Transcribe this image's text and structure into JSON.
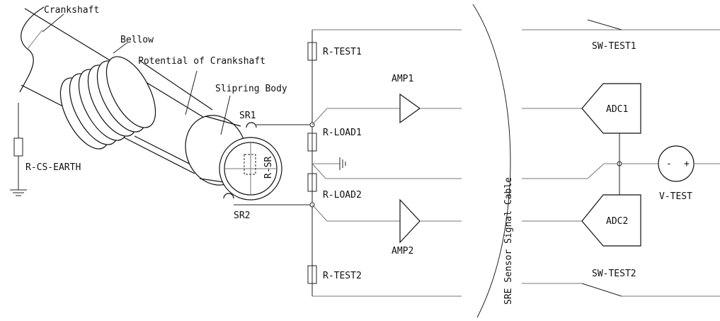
{
  "labels": {
    "crankshaft": "Crankshaft",
    "bellow": "Bellow",
    "potential": "Potential of Crankshaft",
    "slipring_body": "Slipring Body",
    "r_sr": "R-SR",
    "r_cs_earth": "R-CS-EARTH",
    "sr1": "SR1",
    "sr2": "SR2",
    "r_test1": "R-TEST1",
    "r_load1": "R-LOAD1",
    "r_load2": "R-LOAD2",
    "r_test2": "R-TEST2",
    "amp1": "AMP1",
    "amp2": "AMP2",
    "cable": "SRE Sensor Signal Cable",
    "sw_test1": "SW-TEST1",
    "sw_test2": "SW-TEST2",
    "adc1": "ADC1",
    "adc2": "ADC2",
    "v_test": "V-TEST",
    "minus": "-",
    "plus": "+"
  }
}
